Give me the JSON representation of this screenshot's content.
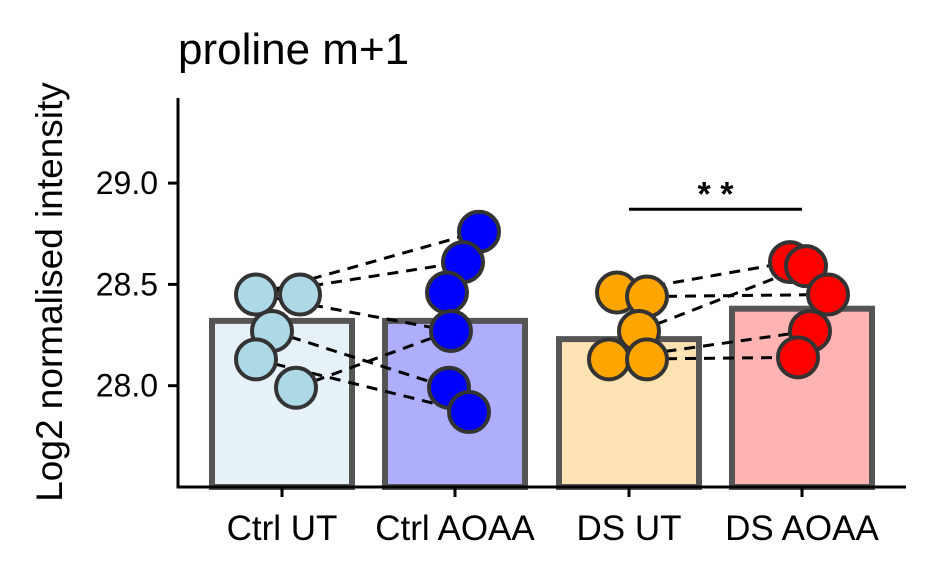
{
  "chart_data": {
    "type": "bar",
    "title": "proline m+1",
    "ylabel": "Log2 normalised intensity",
    "xlabel": "",
    "ylim": [
      27.5,
      29.42
    ],
    "yticks": [
      28.0,
      28.5,
      29.0
    ],
    "ytick_labels": [
      "28.0",
      "28.5",
      "29.0"
    ],
    "categories": [
      "Ctrl UT",
      "Ctrl AOAA",
      "DS UT",
      "DS AOAA"
    ],
    "bar_means": [
      28.32,
      28.32,
      28.23,
      28.38
    ],
    "bar_fill_colors": [
      "#e6f1f8",
      "#aeaefc",
      "#fde3b4",
      "#ffb3b3"
    ],
    "point_colors": [
      "#add8e6",
      "#0000ff",
      "#ffa500",
      "#ff0000"
    ],
    "bar_edge_color": "#555555",
    "points": [
      [
        28.45,
        28.45,
        28.27,
        28.13,
        27.99
      ],
      [
        28.76,
        28.61,
        28.46,
        28.27,
        27.99,
        27.87
      ],
      [
        28.46,
        28.44,
        28.27,
        28.13,
        28.13
      ],
      [
        28.61,
        28.59,
        28.45,
        28.27,
        28.14
      ]
    ],
    "pairs": [
      [
        28.45,
        28.76
      ],
      [
        28.45,
        28.61
      ],
      [
        28.45,
        28.27
      ],
      [
        28.27,
        27.99
      ],
      [
        28.13,
        27.87
      ],
      [
        27.99,
        28.27
      ],
      [
        28.46,
        28.61
      ],
      [
        28.44,
        28.45
      ],
      [
        28.27,
        28.59
      ],
      [
        28.13,
        28.27
      ],
      [
        28.13,
        28.14
      ]
    ],
    "significance": {
      "label": "* *",
      "from_category": "DS UT",
      "to_category": "DS AOAA",
      "y": 28.93
    },
    "grid": false,
    "legend": "none"
  }
}
